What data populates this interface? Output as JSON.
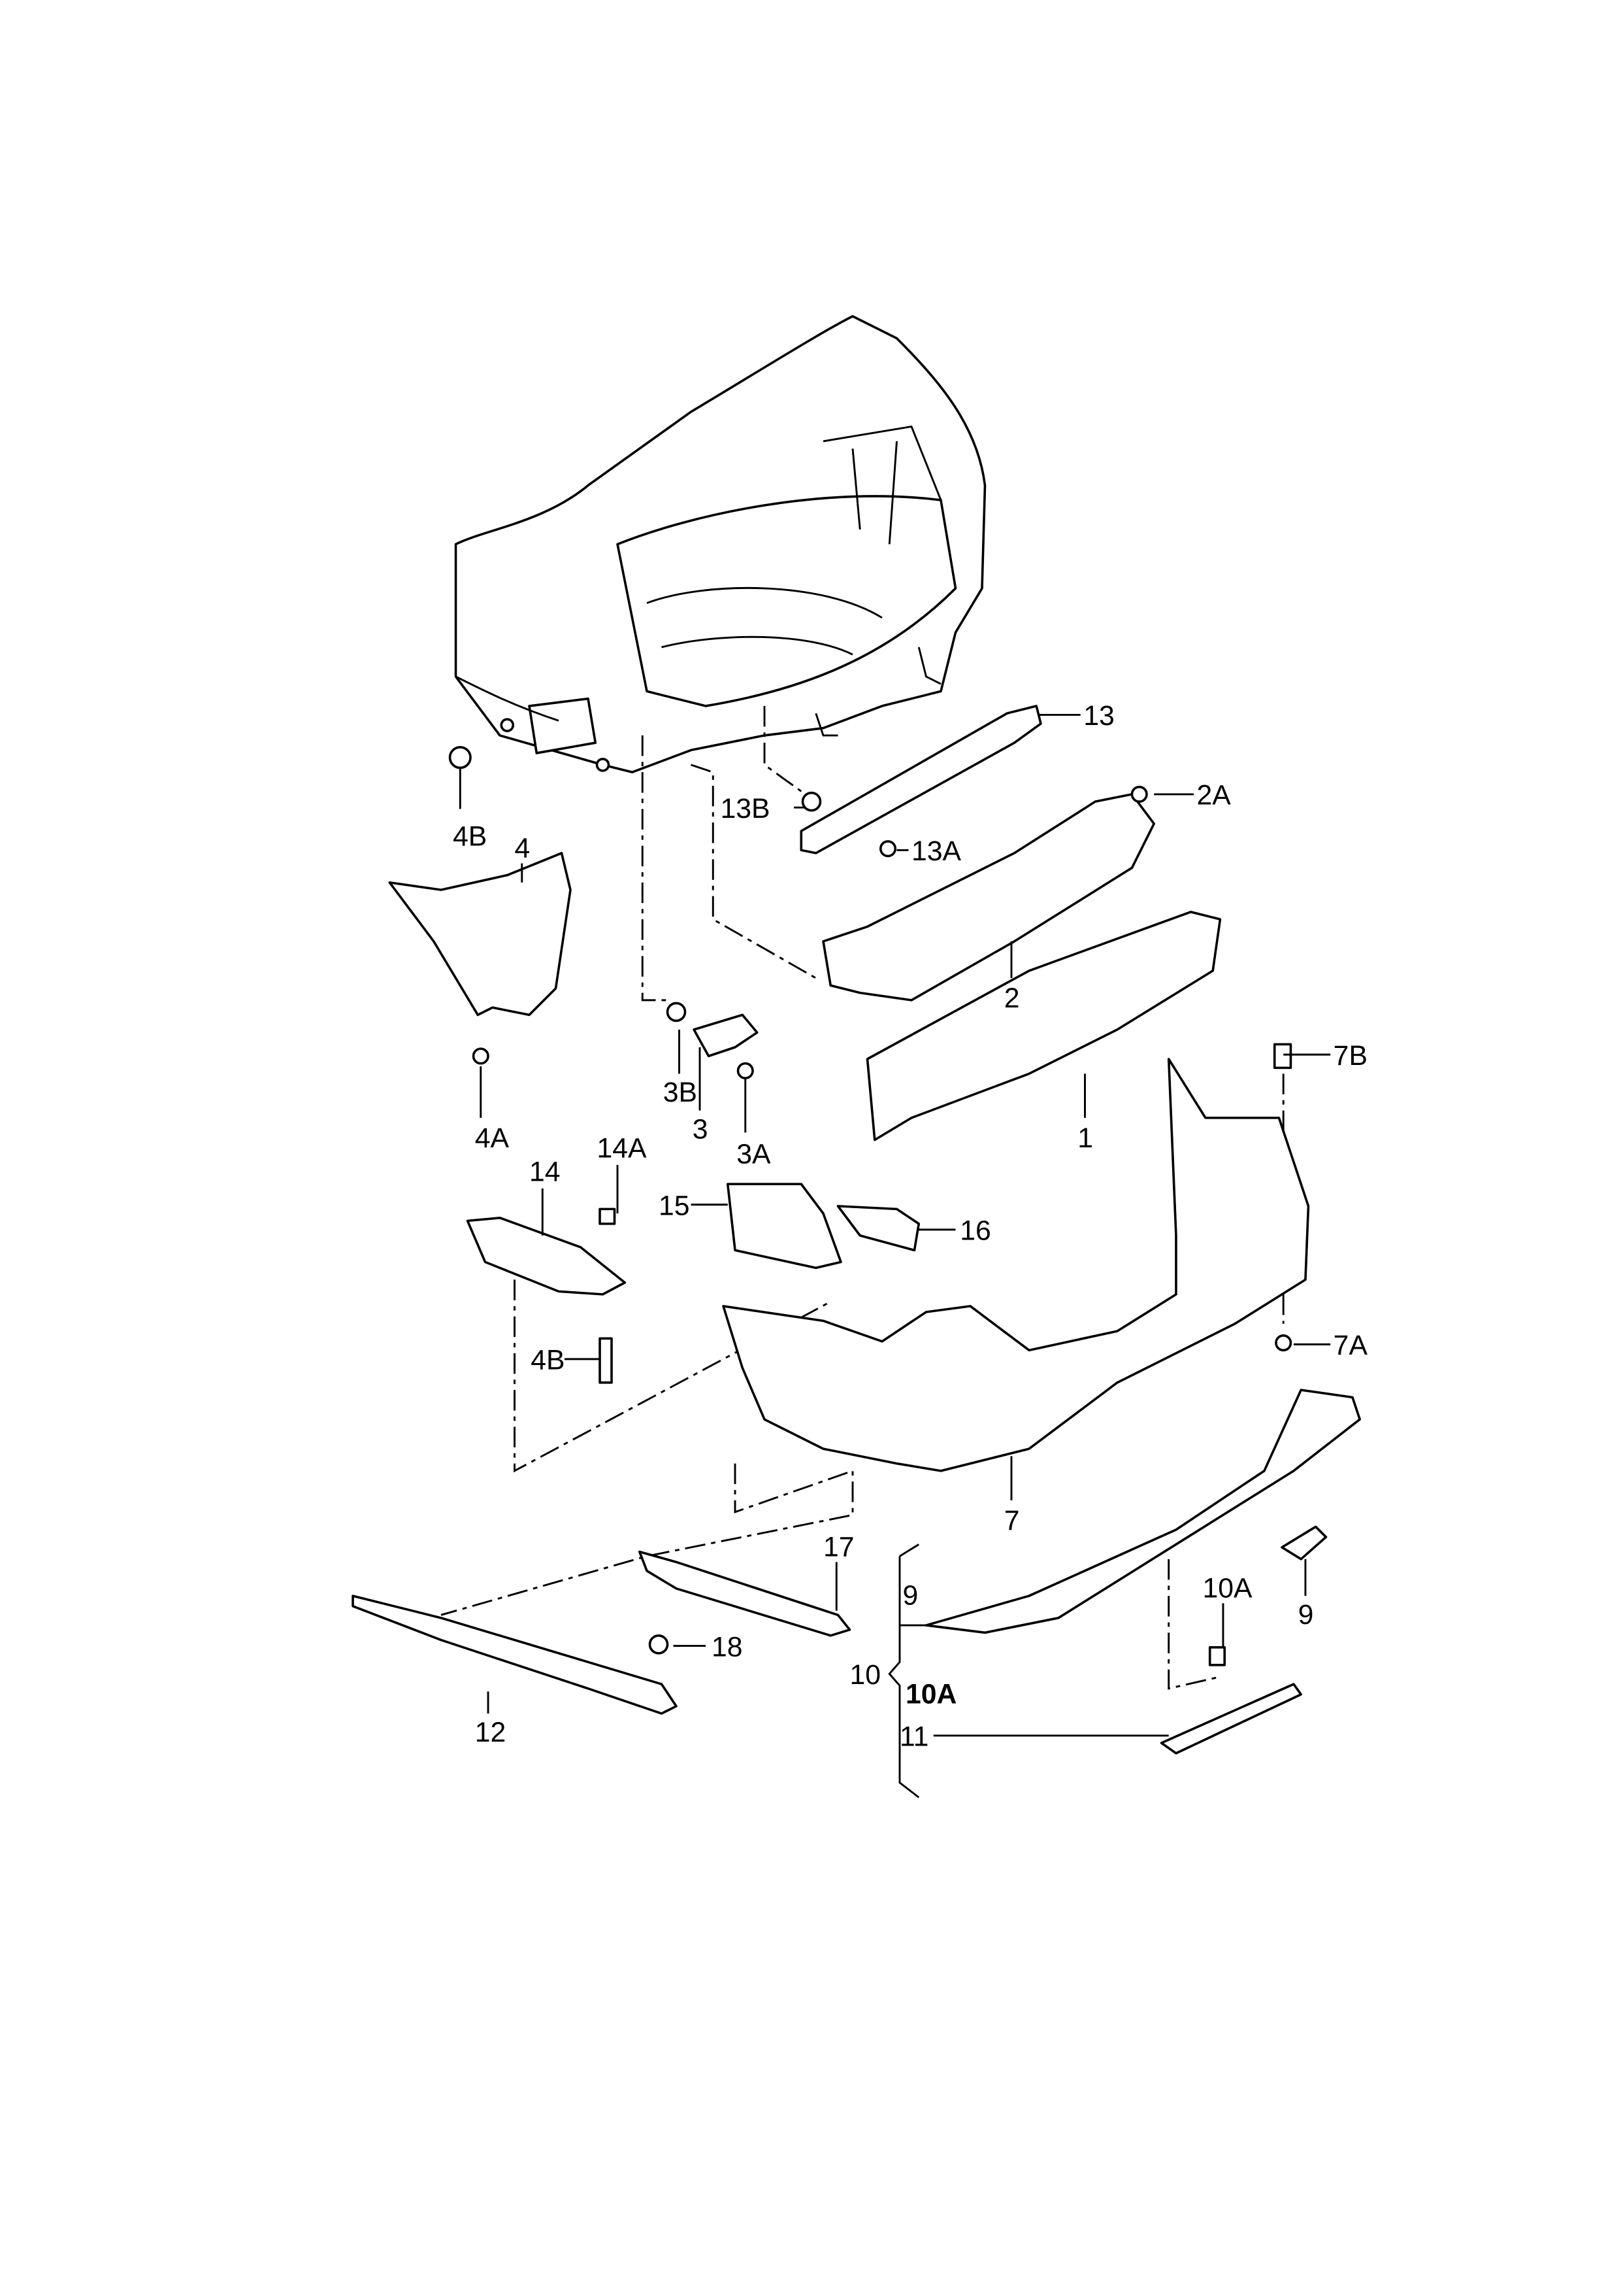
{
  "labels": {
    "l13": "13",
    "l2A": "2A",
    "l13B": "13B",
    "l13A": "13A",
    "l4B_top": "4B",
    "l4": "4",
    "l2": "2",
    "l7B": "7B",
    "l1": "1",
    "l3B": "3B",
    "l3": "3",
    "l3A": "3A",
    "l4A": "4A",
    "l14": "14",
    "l14A": "14A",
    "l15": "15",
    "l16": "16",
    "l4B_low": "4B",
    "l7A": "7A",
    "l7": "7",
    "l17": "17",
    "l9_left": "9",
    "l10A_right": "10A",
    "l9_right": "9",
    "l18": "18",
    "l10": "10",
    "l10A_group": "10A",
    "l11": "11",
    "l12": "12"
  }
}
